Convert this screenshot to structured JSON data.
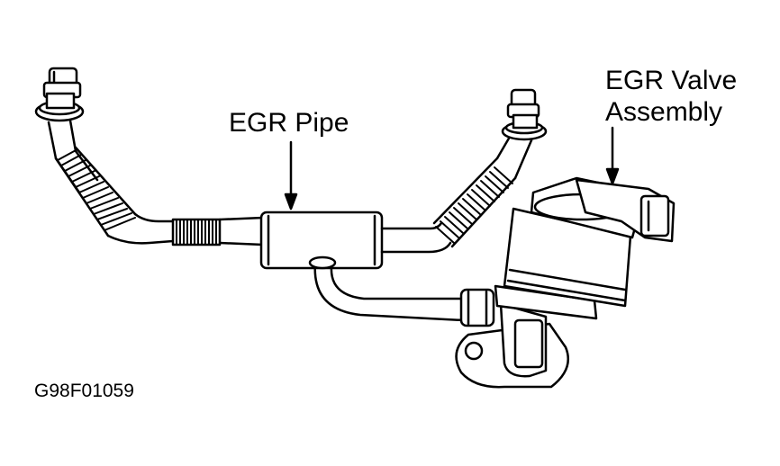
{
  "labels": {
    "egr_pipe": "EGR Pipe",
    "egr_valve_line1": "EGR Valve",
    "egr_valve_line2": "Assembly",
    "figure_code": "G98F01059"
  },
  "colors": {
    "line": "#000000",
    "background": "#ffffff"
  }
}
